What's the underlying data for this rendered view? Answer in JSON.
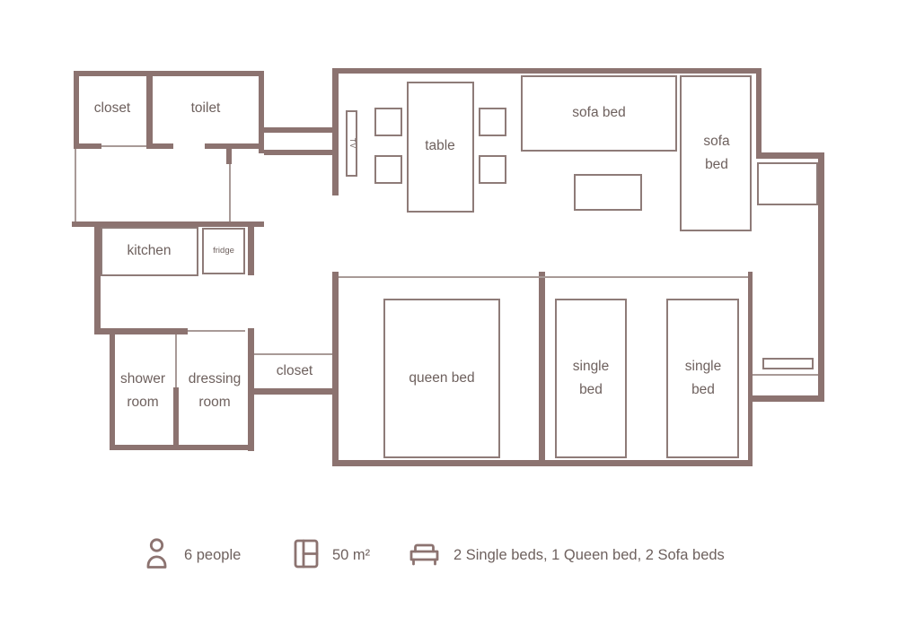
{
  "colors": {
    "wall": "#8c7370",
    "furniture_outline": "#8e7b78",
    "boundary_line": "#a89a97",
    "text": "#6e615e"
  },
  "rooms": {
    "closet_top": "closet",
    "toilet": "toilet",
    "kitchen": "kitchen",
    "fridge": "fridge",
    "shower_room": {
      "line1": "shower",
      "line2": "room"
    },
    "dressing_room": {
      "line1": "dressing",
      "line2": "room"
    },
    "closet_bottom": "closet"
  },
  "furniture": {
    "tv": "TV",
    "table": "table",
    "sofa_bed_top": "sofa bed",
    "sofa_bed_right": {
      "line1": "sofa",
      "line2": "bed"
    },
    "queen_bed": "queen bed",
    "single_bed_1": {
      "line1": "single",
      "line2": "bed"
    },
    "single_bed_2": {
      "line1": "single",
      "line2": "bed"
    }
  },
  "legend": {
    "capacity": "6 people",
    "area": "50 m²",
    "beds": "2 Single beds, 1 Queen bed, 2 Sofa beds"
  }
}
